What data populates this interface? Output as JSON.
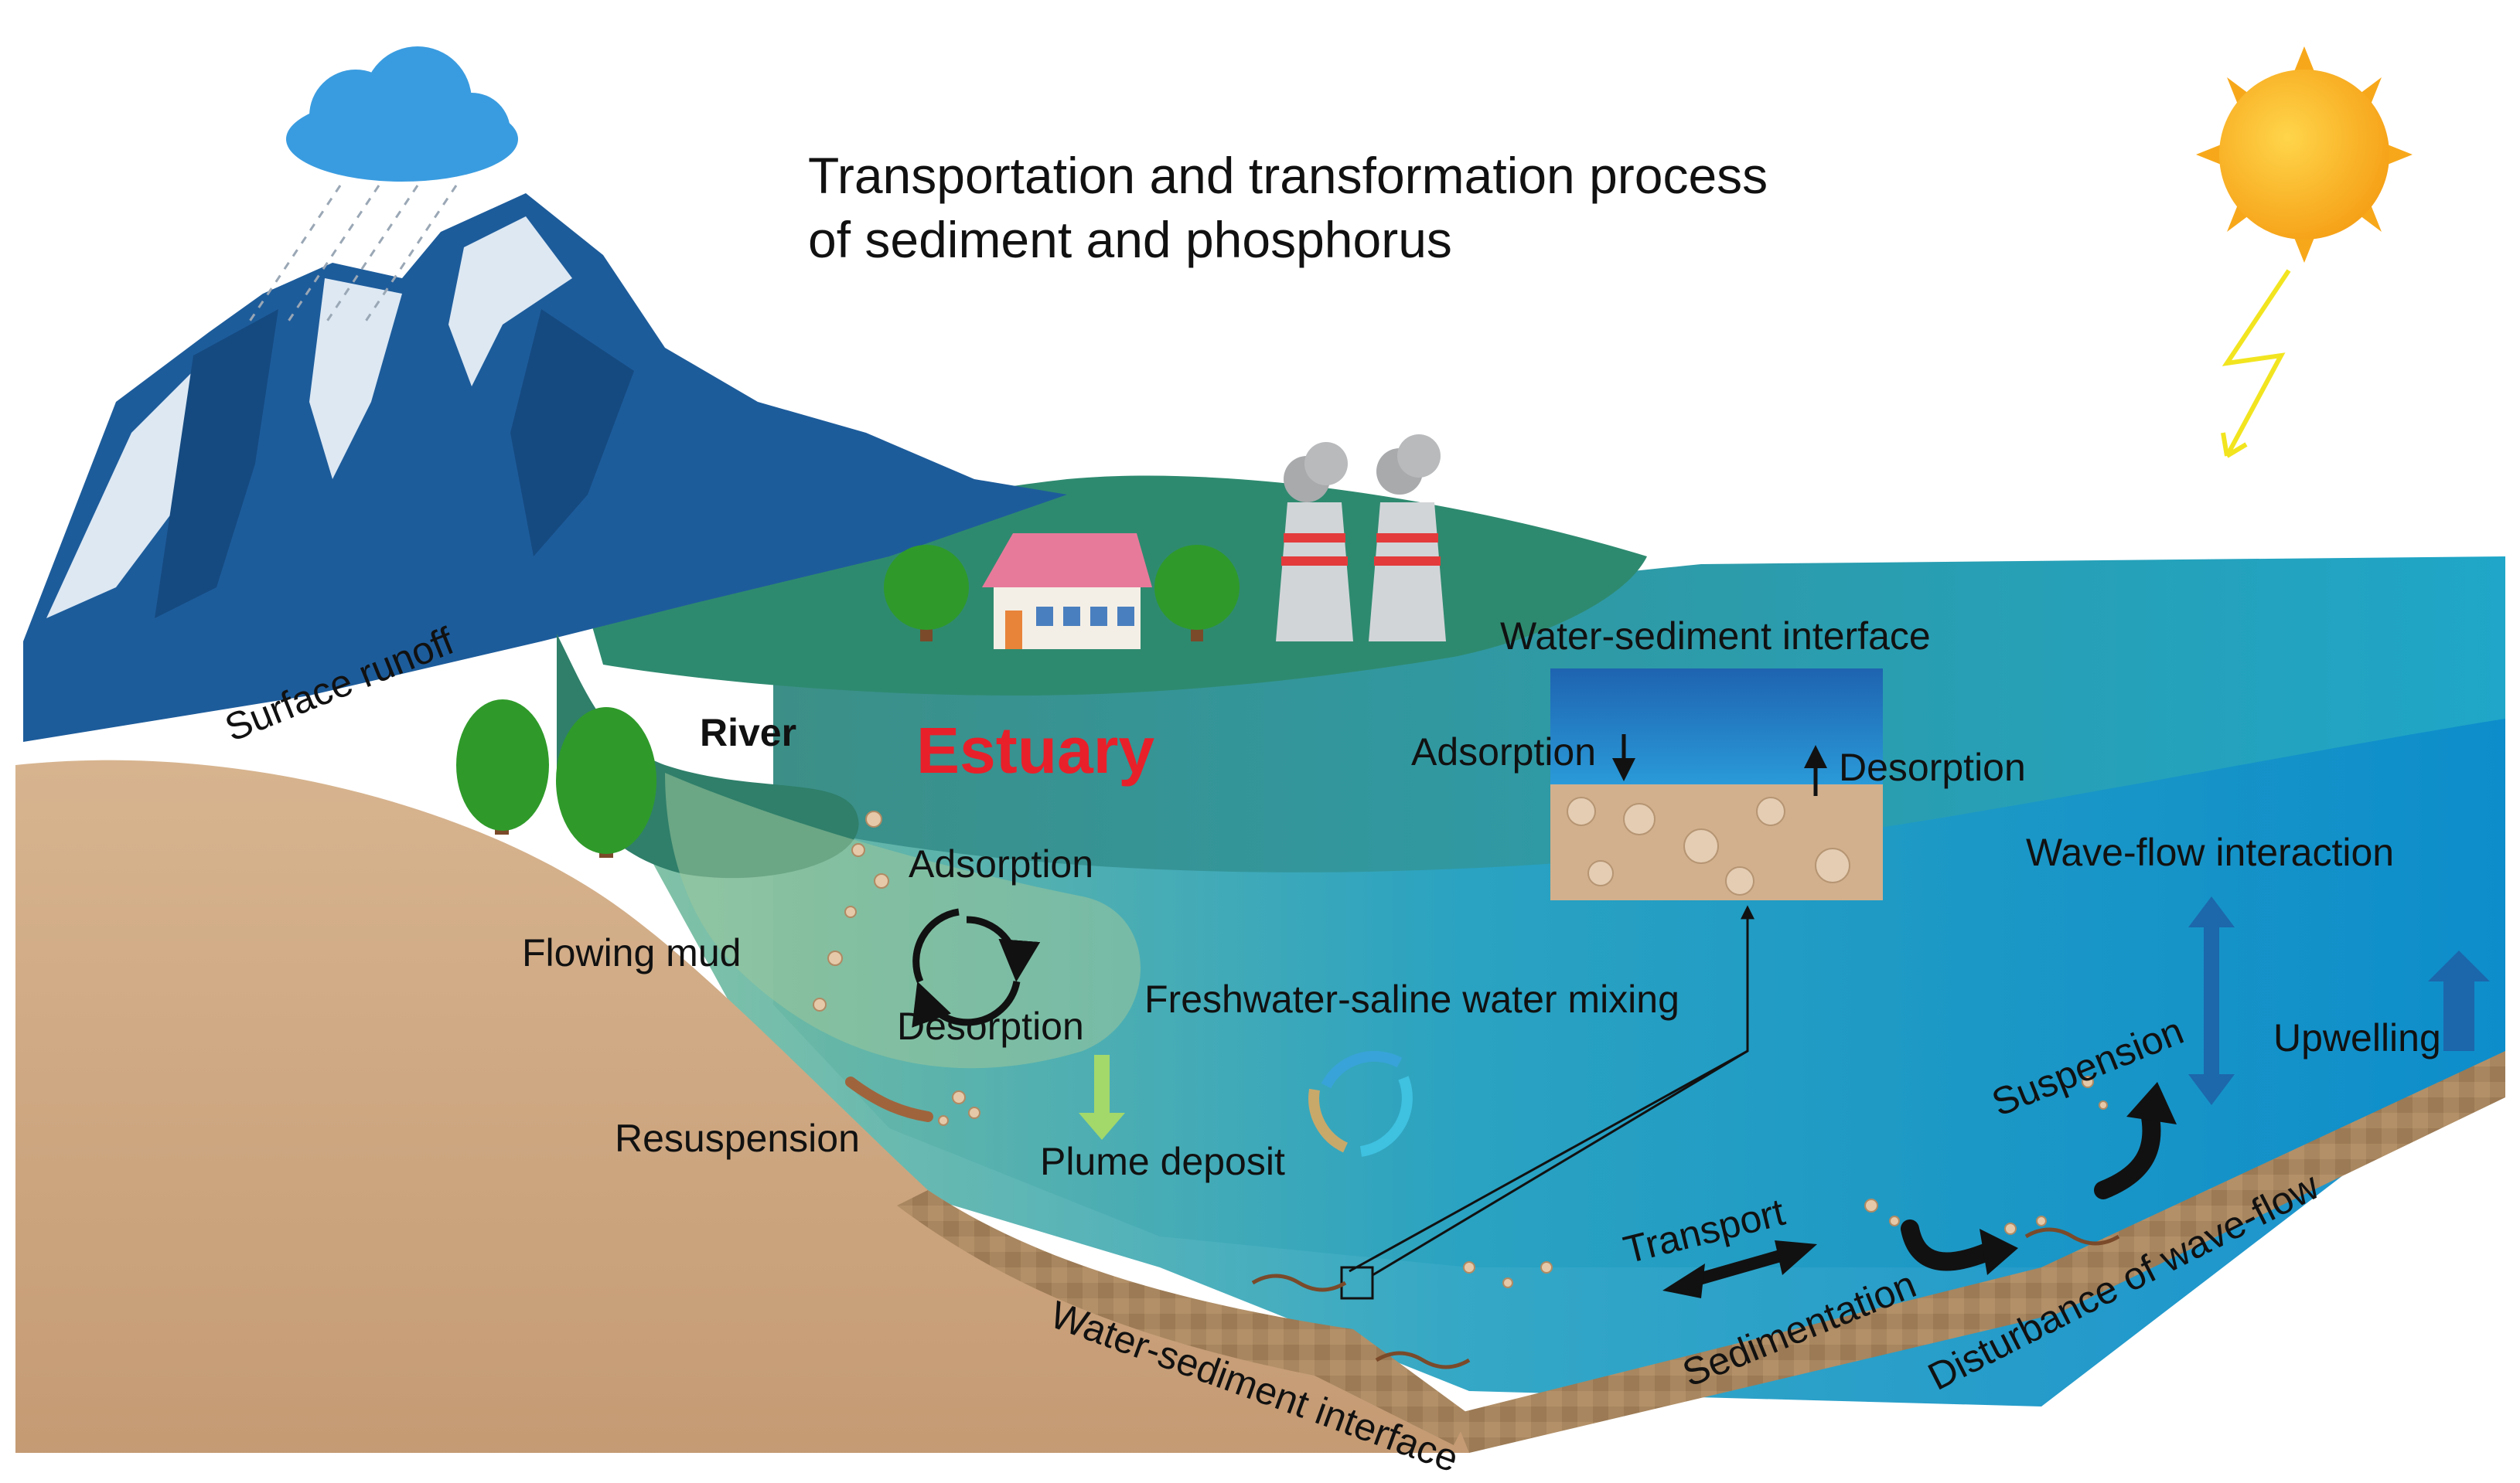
{
  "title": {
    "line1": "Transportation and transformation process",
    "line2": "of sediment and phosphorus"
  },
  "labels": {
    "surface_runoff": "Surface runoff",
    "river": "River",
    "estuary": "Estuary",
    "flowing_mud": "Flowing mud",
    "adsorption": "Adsorption",
    "desorption": "Desorption",
    "resuspension": "Resuspension",
    "plume_deposit": "Plume deposit",
    "mixing": "Freshwater-saline water mixing",
    "water_sediment_interface_top": "Water-sediment interface",
    "inset_adsorption": "Adsorption",
    "inset_desorption": "Desorption",
    "wave_flow_interaction": "Wave-flow interaction",
    "upwelling": "Upwelling",
    "suspension": "Suspension",
    "transport": "Transport",
    "sedimentation": "Sedimentation",
    "disturbance": "Disturbance of wave-flow",
    "water_sediment_interface_bottom": "Water-sediment interface"
  },
  "colors": {
    "estuary_label": "#e8202a",
    "sea": "#0f8fce",
    "mountain": "#1d5c9b",
    "seabed": "#cda883",
    "sun": "#f7a81a"
  },
  "icons": [
    "rain-cloud-icon",
    "sun-icon",
    "lightning-icon",
    "house-icon",
    "tree-icon",
    "cooling-tower-icon",
    "cycle-arrows-icon",
    "mixing-cycle-icon"
  ]
}
